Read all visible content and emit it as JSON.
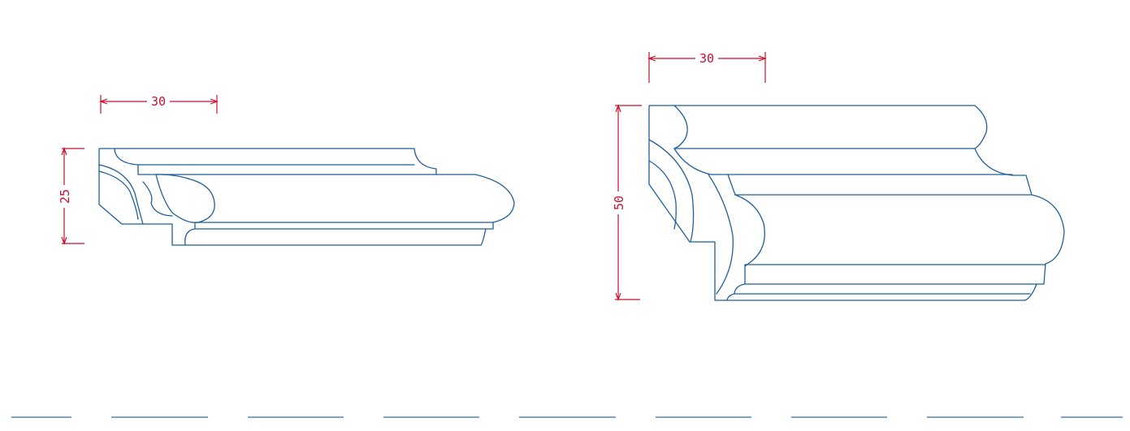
{
  "colors": {
    "profile": "#1f5f9e",
    "dimension": "#c8102e",
    "baseline": "#2d6db5",
    "background": "#ffffff"
  },
  "drawings": [
    {
      "id": "small-molding",
      "width_dim": "30",
      "height_dim": "25"
    },
    {
      "id": "large-molding",
      "width_dim": "30",
      "height_dim": "50"
    }
  ]
}
